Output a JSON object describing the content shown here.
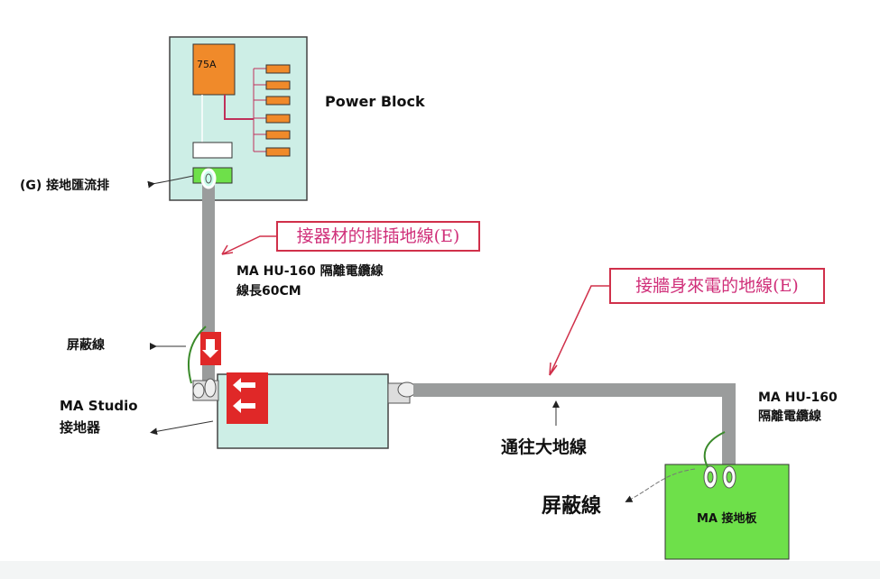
{
  "power_block": {
    "title": "Power Block",
    "breaker": "75A"
  },
  "labels": {
    "ground_bus": "(G) 接地匯流排",
    "callout_equipment": "接器材的排插地線(E)",
    "callout_wall": "接牆身來電的地線(E)",
    "cable_short_line1": "MA HU-160 隔離電纜線",
    "cable_short_line2": "線長60CM",
    "shield_left": "屏蔽線",
    "studio_line1": "MA Studio",
    "studio_line2": "接地器",
    "to_earth": "通往大地線",
    "cable_long_line1": "MA HU-160",
    "cable_long_line2": "隔離電纜線",
    "shield_right": "屏蔽線",
    "ground_plate": "MA 接地板"
  },
  "colors": {
    "block": "#cdeee6",
    "orange": "#f08a2a",
    "green": "#6ee04a",
    "cable": "#9a9c9c",
    "red": "#e02828",
    "callout": "#d0304a"
  }
}
